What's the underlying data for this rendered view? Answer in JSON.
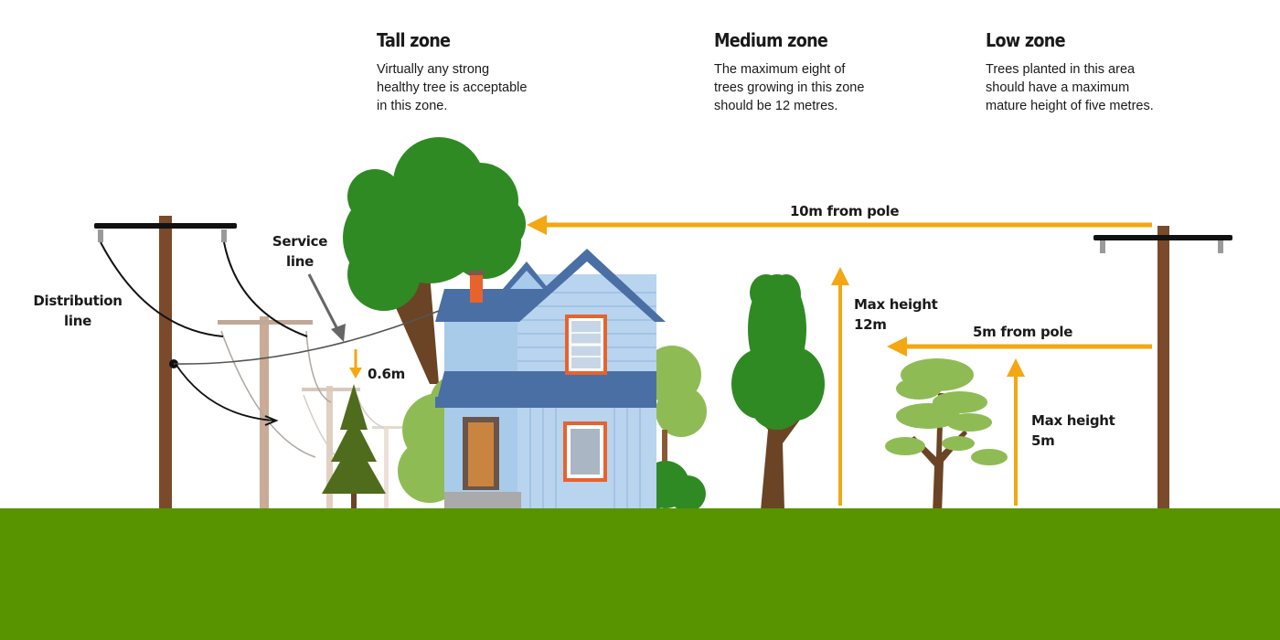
{
  "zones": [
    {
      "title": "Tall zone",
      "lines": [
        "Virtually any strong",
        "healthy tree is acceptable",
        "in this zone."
      ]
    },
    {
      "title": "Medium zone",
      "lines": [
        "The maximum eight of",
        "trees growing in this zone",
        "should be 12 metres."
      ]
    },
    {
      "title": "Low zone",
      "lines": [
        "Trees planted in this area",
        "should have a maximum",
        "mature height of five metres."
      ]
    }
  ],
  "labels": {
    "distribution_line": [
      "Distribution",
      "line"
    ],
    "service_line": [
      "Service",
      "line"
    ],
    "clearance": "0.6m",
    "distance_10m": "10m from pole",
    "distance_5m": "5m from pole",
    "max_height_12": [
      "Max height",
      "12m"
    ],
    "max_height_5": [
      "Max height",
      "5m"
    ]
  },
  "colors": {
    "grass": "#579400",
    "arrow": "#f3a712",
    "pole": "#7a4a2a",
    "pole_light": "#c9ab97",
    "tree_green": "#2f8a23",
    "tree_dark": "#4f6b1c",
    "bush_light": "#8fbb55",
    "house_blue": "#a9cbea",
    "roof_blue": "#4a6fa5",
    "trim_orange": "#e8622c",
    "wire": "#111111"
  }
}
